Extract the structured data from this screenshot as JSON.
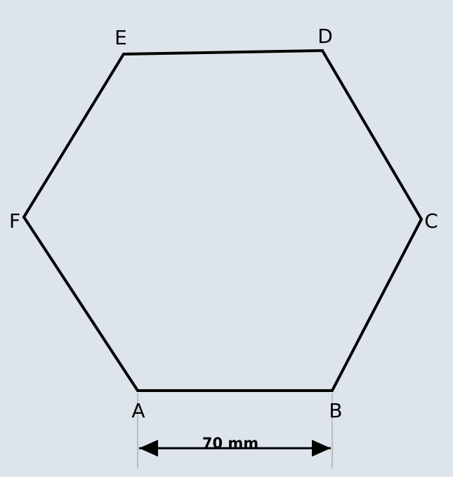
{
  "diagram": {
    "vertices": {
      "A": "A",
      "B": "B",
      "C": "C",
      "D": "D",
      "E": "E",
      "F": "F"
    },
    "dimension": {
      "label": "70 mm"
    }
  },
  "colors": {
    "background": "#dde4ec",
    "stroke": "#000000",
    "extension_line": "#b0b0b0"
  }
}
